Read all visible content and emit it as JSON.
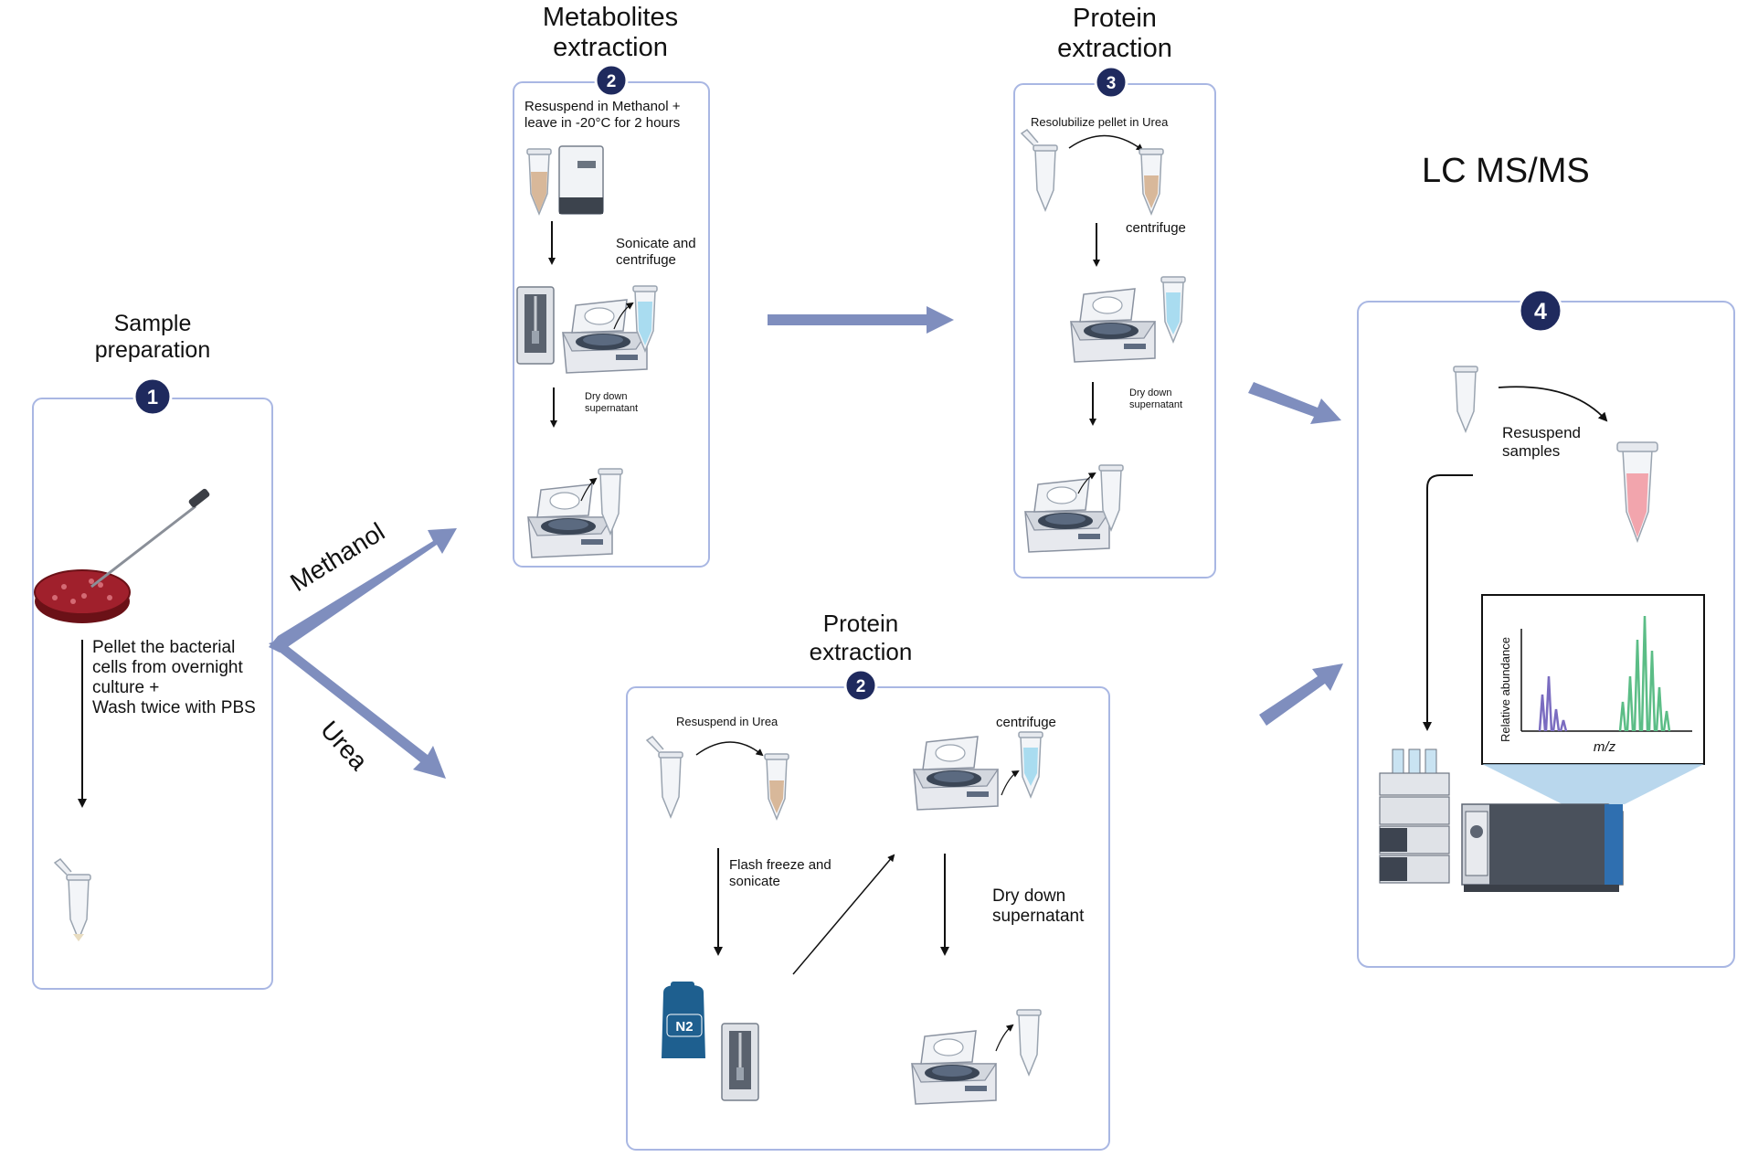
{
  "colors": {
    "panel_border": "#a9b7e3",
    "badge_fill": "#1f2a5e",
    "flow_arrow": "#7f8ebe",
    "agar": "#a0202c",
    "tube_beige": "#d8b89a",
    "tube_blue": "#a9dcf0",
    "tube_pink": "#f2a5ad",
    "peak_purple": "#7a6cc0",
    "peak_green": "#5bbd86"
  },
  "sample_prep": {
    "title": "Sample\npreparation",
    "step": "1",
    "text": "Pellet the bacterial\ncells from overnight\nculture +\nWash twice with PBS"
  },
  "branches": {
    "methanol": "Methanol",
    "urea": "Urea"
  },
  "metabolites": {
    "title": "Metabolites\nextraction",
    "step": "2",
    "resuspend": "Resuspend in Methanol +\nleave in -20°C for 2 hours",
    "sonicate": "Sonicate and\ncentrifuge",
    "dry": "Dry down\nsupernatant"
  },
  "protein_top": {
    "title": "Protein\nextraction",
    "step": "3",
    "resolubilize": "Resolubilize pellet in Urea",
    "centrifuge": "centrifuge",
    "dry": "Dry down\nsupernatant"
  },
  "protein_bottom": {
    "title": "Protein\nextraction",
    "step": "2",
    "resuspend": "Resuspend in Urea",
    "centrifuge": "centrifuge",
    "flash": "Flash freeze and\nsonicate",
    "dry": "Dry down\nsupernatant",
    "n2": "N2"
  },
  "lcms": {
    "title": "LC MS/MS",
    "step": "4",
    "resuspend": "Resuspend\nsamples",
    "ylabel": "Relative abundance",
    "xlabel": "m/z"
  }
}
